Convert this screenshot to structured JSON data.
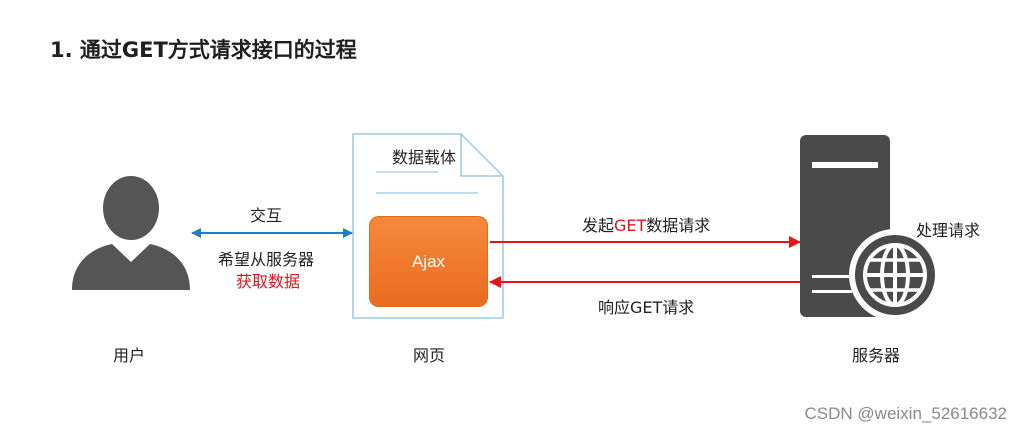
{
  "title": "1. 通过GET方式请求接口的过程",
  "user": {
    "label": "用户"
  },
  "page": {
    "label": "网页",
    "doc_label": "数据载体"
  },
  "ajax": {
    "label": "Ajax"
  },
  "server": {
    "label": "服务器",
    "process_label": "处理请求"
  },
  "interaction": {
    "label": "交互",
    "wish": "希望从服务器",
    "fetch": "获取数据"
  },
  "request": {
    "prefix": "发起",
    "highlight": "GET",
    "suffix": "数据请求"
  },
  "response": {
    "label": "响应GET请求"
  },
  "watermark": "CSDN @weixin_52616632",
  "colors": {
    "blue_arrow": "#1f7fc4",
    "red_arrow": "#e8141b",
    "dark_icon": "#4a4a4a",
    "doc_border": "#9cc9e6",
    "ajax_orange": "#ee7a2d"
  }
}
